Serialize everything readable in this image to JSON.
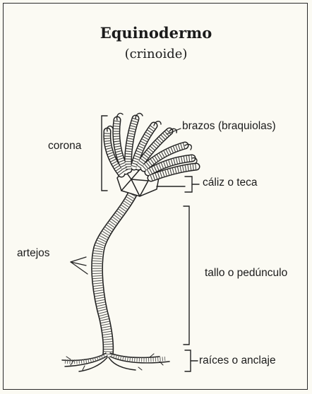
{
  "title": "Equinodermo",
  "subtitle": "(crinoide)",
  "labels": {
    "corona": "corona",
    "brazos": "brazos (braquiolas)",
    "caliz": "cáliz o teca",
    "artejos": "artejos",
    "tallo": "tallo o pedúnculo",
    "raices": "raíces o anclaje"
  }
}
